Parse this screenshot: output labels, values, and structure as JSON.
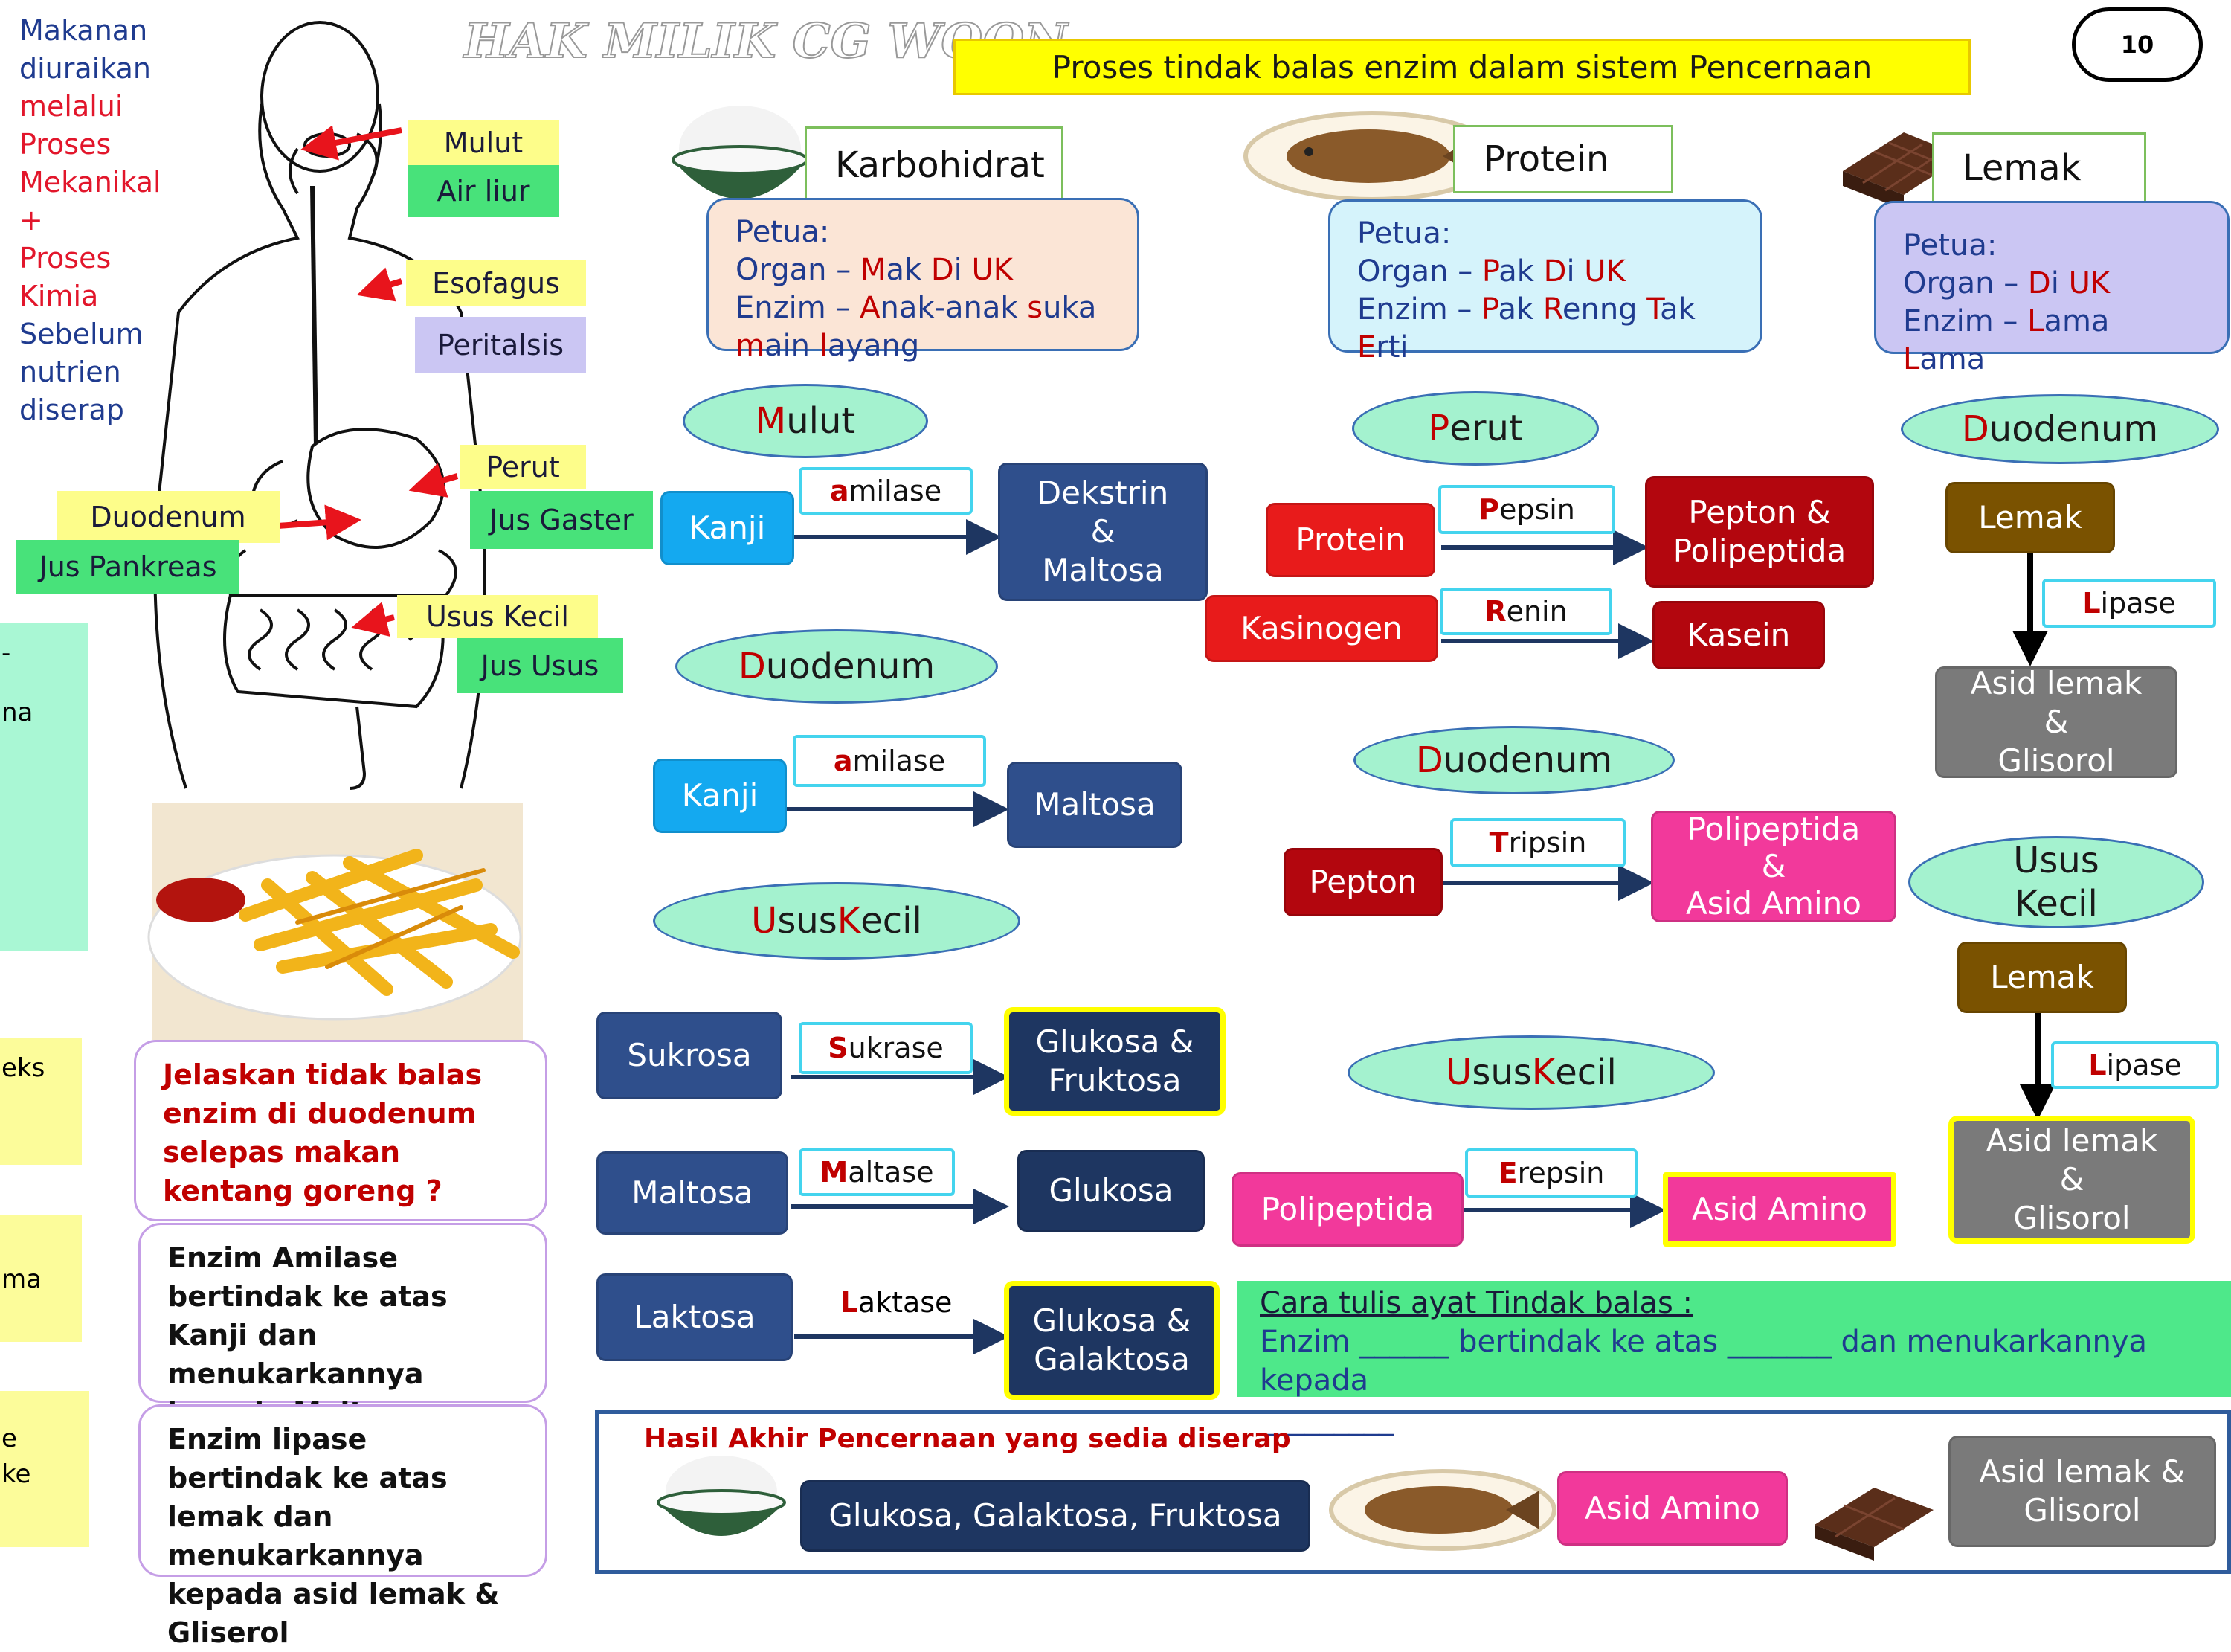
{
  "page_number": "10",
  "watermark": "HAK MILIK CG WOON",
  "title": "Proses  tindak balas enzim dalam sistem Pencernaan",
  "side_text": {
    "line1": "Makanan",
    "line2": "diuraikan",
    "line3": "melalui",
    "line4": "Proses",
    "line5": "Mekanikal",
    "line6": "+",
    "line7": "Proses",
    "line8": "Kimia",
    "line9": "Sebelum",
    "line10": "nutrien",
    "line11": "diserap"
  },
  "body_labels": {
    "mulut": "Mulut",
    "air_liur": "Air liur",
    "esofagus": "Esofagus",
    "peritalsis": "Peritalsis",
    "perut": "Perut",
    "jus_gaster": "Jus Gaster",
    "duodenum": "Duodenum",
    "jus_pankreas": "Jus Pankreas",
    "usus_kecil": "Usus Kecil",
    "jus_usus": "Jus Usus"
  },
  "left_fragments": {
    "f1": "-",
    "f2": "na",
    "f3": "eks",
    "f4": "ma",
    "f5": "e",
    "f6": "ke"
  },
  "carb": {
    "header": "Karbohidrat",
    "tip_title": "Petua:",
    "tip_organ_label": "Organ –",
    "tip_organ": [
      [
        "M",
        "ak "
      ],
      [
        "D",
        "i "
      ],
      [
        "UK",
        ""
      ]
    ],
    "tip_enzim_label": "Enzim –",
    "tip_enzim": [
      [
        "A",
        "nak-anak "
      ],
      [
        "s",
        "uka"
      ]
    ],
    "tip_enzim2": [
      [
        "m",
        "ain "
      ],
      [
        "l",
        "ayang"
      ]
    ],
    "oval_mulut": [
      "M",
      "ulut"
    ],
    "oval_duodenum": [
      "D",
      "uodenum"
    ],
    "oval_usus": [
      "U",
      "sus ",
      "K",
      "ecil"
    ],
    "kanji1": "Kanji",
    "amilase1": [
      "a",
      "milase"
    ],
    "dekstrin": [
      "Dekstrin",
      "&",
      "Maltosa"
    ],
    "kanji2": "Kanji",
    "amilase2": [
      "a",
      "milase"
    ],
    "maltosa_out": "Maltosa",
    "sukrosa": "Sukrosa",
    "sukrase": [
      "S",
      "ukrase"
    ],
    "glu_fru": [
      "Glukosa &",
      "Fruktosa"
    ],
    "maltosa": "Maltosa",
    "maltase": [
      "M",
      "altase"
    ],
    "glukosa": "Glukosa",
    "laktosa": "Laktosa",
    "laktase": [
      "L",
      "aktase"
    ],
    "glu_gal": [
      "Glukosa &",
      "Galaktosa"
    ]
  },
  "protein": {
    "header": "Protein",
    "tip_title": "Petua:",
    "tip_organ_label": "Organ –",
    "tip_organ": [
      [
        "P",
        "ak "
      ],
      [
        "D",
        "i "
      ],
      [
        "UK",
        ""
      ]
    ],
    "tip_enzim_label": "Enzim –",
    "tip_enzim": [
      [
        "P",
        "ak "
      ],
      [
        "R",
        "enng "
      ],
      [
        "T",
        "ak"
      ]
    ],
    "tip_enzim2": [
      [
        "E",
        "rti"
      ]
    ],
    "oval_perut": [
      "P",
      "erut"
    ],
    "oval_duodenum": [
      "D",
      "uodenum"
    ],
    "oval_usus": [
      "U",
      "sus ",
      "K",
      "ecil"
    ],
    "protein": "Protein",
    "pepsin": [
      "P",
      "epsin"
    ],
    "pepton_poli": [
      "Pepton &",
      "Polipeptida"
    ],
    "kasinogen": "Kasinogen",
    "renin": [
      "R",
      "enin"
    ],
    "kasein": "Kasein",
    "pepton": "Pepton",
    "tripsin": [
      "T",
      "ripsin"
    ],
    "poli_asid": [
      "Polipeptida",
      "&",
      "Asid Amino"
    ],
    "polipeptida": "Polipeptida",
    "erepsin": [
      "E",
      "repsin"
    ],
    "asid_amino": "Asid Amino"
  },
  "lemak": {
    "header": "Lemak",
    "tip_title": "Petua:",
    "tip_organ_label": "Organ –",
    "tip_organ": [
      [
        "D",
        "i "
      ],
      [
        "UK",
        ""
      ]
    ],
    "tip_enzim_label": "Enzim –",
    "tip_enzim": [
      [
        "L",
        "ama "
      ],
      [
        "L",
        "ama"
      ]
    ],
    "oval_duodenum": [
      "D",
      "uodenum"
    ],
    "oval_usus": [
      "Usus",
      "Kecil"
    ],
    "lemak1": "Lemak",
    "lipase1": [
      "L",
      "ipase"
    ],
    "asid1": [
      "Asid lemak",
      "&",
      "Glisorol"
    ],
    "lemak2": "Lemak",
    "lipase2": [
      "L",
      "ipase"
    ],
    "asid2": [
      "Asid lemak",
      "&",
      "Glisorol"
    ]
  },
  "questions": {
    "q1": "Jelaskan tidak balas enzim di duodenum selepas makan kentang goreng ?",
    "a1": "Enzim Amilase bertindak ke atas Kanji dan menukarkannya kepada Maltosa",
    "a2": "Enzim lipase bertindak ke atas lemak dan menukarkannya kepada asid lemak & Gliserol"
  },
  "template": {
    "title": "Cara tulis ayat Tindak balas :",
    "line": "Enzim ______ bertindak ke atas _______ dan menukarkannya kepada",
    "line2": "_________"
  },
  "final": {
    "title": "Hasil Akhir Pencernaan yang sedia diserap",
    "carb": "Glukosa,  Galaktosa, Fruktosa",
    "protein": "Asid Amino",
    "lemak": [
      "Asid lemak &",
      "Glisorol"
    ]
  },
  "colors": {
    "accent_red": "#c00000",
    "tip_text": "#1f3b8f",
    "ribbon": "#ffff00",
    "oval": "#a4f2cf"
  }
}
